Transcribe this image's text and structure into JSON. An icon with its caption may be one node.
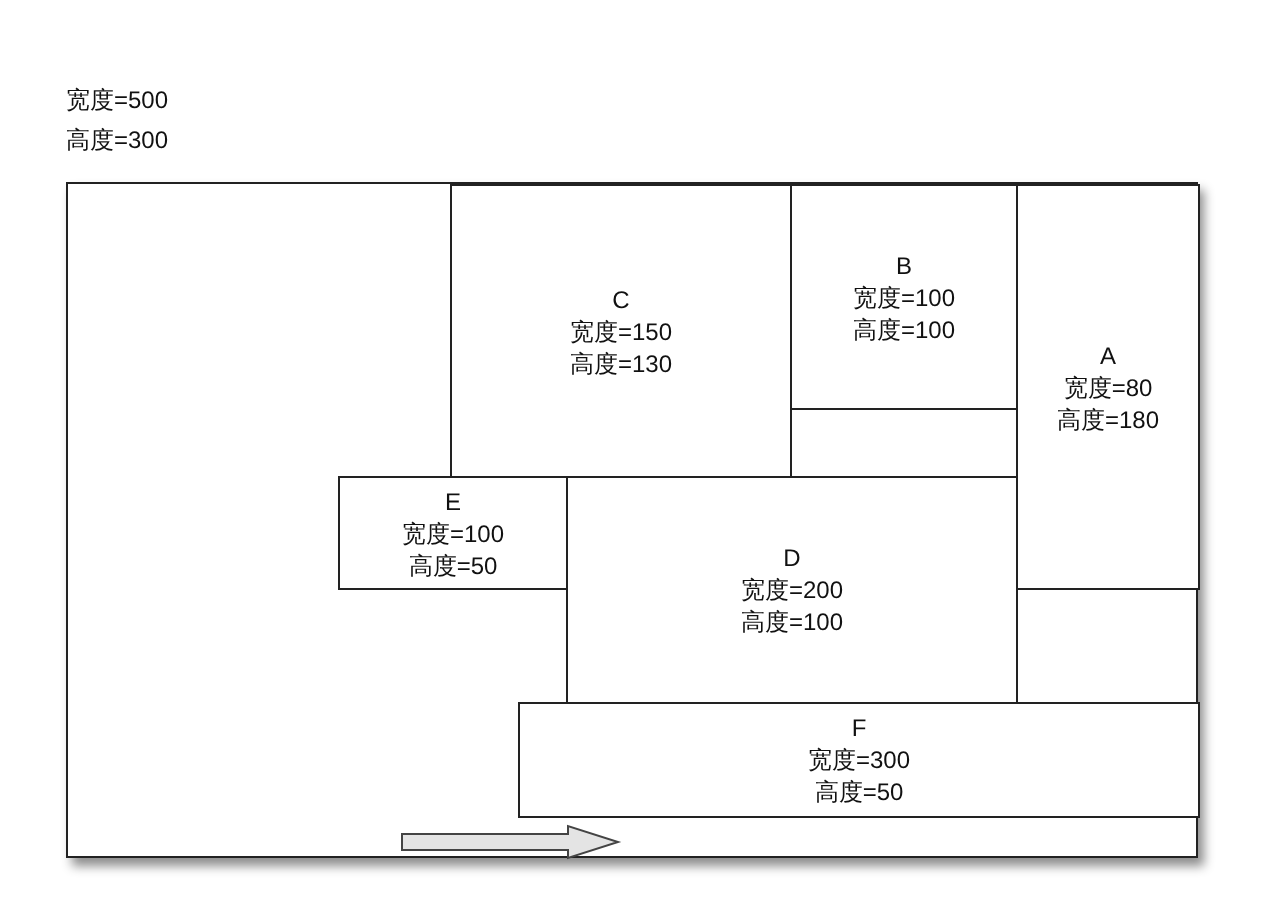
{
  "diagram": {
    "nodes": [
      {
        "text": [
          "宽度=500",
          "高度=300"
        ]
      },
      {
        "text": [
          "C",
          "宽度=150",
          "高度=130"
        ],
        "in": 0
      },
      {
        "text": [
          "B",
          "宽度=100",
          "高度=100"
        ],
        "in": 0
      },
      {
        "text": [
          "A",
          "宽度=80",
          "高度=180"
        ],
        "in": 0
      },
      {
        "text": [
          "E",
          "宽度=100",
          "高度=50"
        ],
        "in": 0
      },
      {
        "text": [
          "D",
          "宽度=200",
          "高度=100"
        ],
        "in": 0
      },
      {
        "text": [
          "F",
          "宽度=300",
          "高度=50"
        ],
        "in": 0
      }
    ]
  }
}
